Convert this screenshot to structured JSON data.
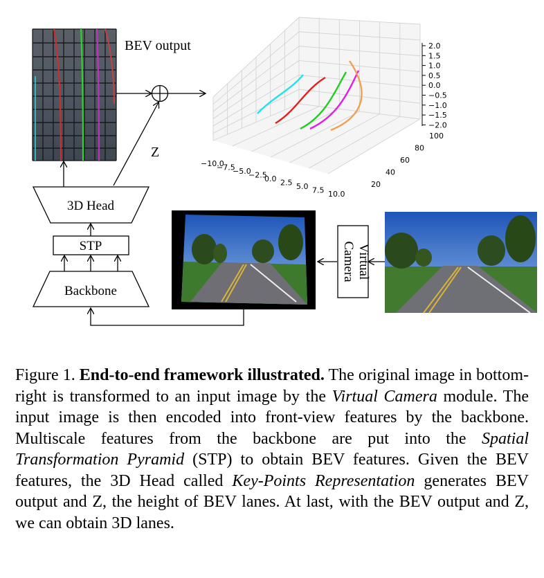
{
  "figure": {
    "bev_output_label": "BEV output",
    "z_label": "Z",
    "head_label": "3D Head",
    "stp_label": "STP",
    "backbone_label": "Backbone",
    "virtual_camera_label_1": "Virtual",
    "virtual_camera_label_2": "Camera",
    "plot3d": {
      "z_ticks": [
        "2.0",
        "1.5",
        "1.0",
        "0.5",
        "0.0",
        "−0.5",
        "−1.0",
        "−1.5",
        "−2.0"
      ],
      "x_ticks": [
        "−10.0",
        "−7.5",
        "−5.0",
        "−2.5",
        "0.0",
        "2.5",
        "5.0",
        "7.5",
        "10.0"
      ],
      "y_ticks": [
        "20",
        "40",
        "60",
        "80",
        "100"
      ],
      "lane_colors": [
        "#22e0ee",
        "#e02020",
        "#22cc22",
        "#e020e0",
        "#f0a050"
      ]
    },
    "bev_lane_colors": [
      "#38c8d8",
      "#c83030",
      "#30d030",
      "#c030c0",
      "#c84040"
    ]
  },
  "caption": {
    "fig_label": "Figure 1.",
    "title": "End-to-end framework illustrated.",
    "t1": " The original image in bottom-right is transformed to an input image by the ",
    "virtual_camera": "Virtual Camera",
    "t2": " module. The input image is then encoded into front-view features by the backbone. Multiscale features from the backbone are put into the ",
    "stp_full": "Spatial Transformation Pyramid",
    "t3": " (STP) to obtain BEV features. Given the BEV features, the 3D Head called ",
    "kpr": "Key-Points Representation",
    "t4": " generates BEV output and Z, the height of BEV lanes. At last, with the BEV output and Z, we can obtain 3D lanes."
  }
}
